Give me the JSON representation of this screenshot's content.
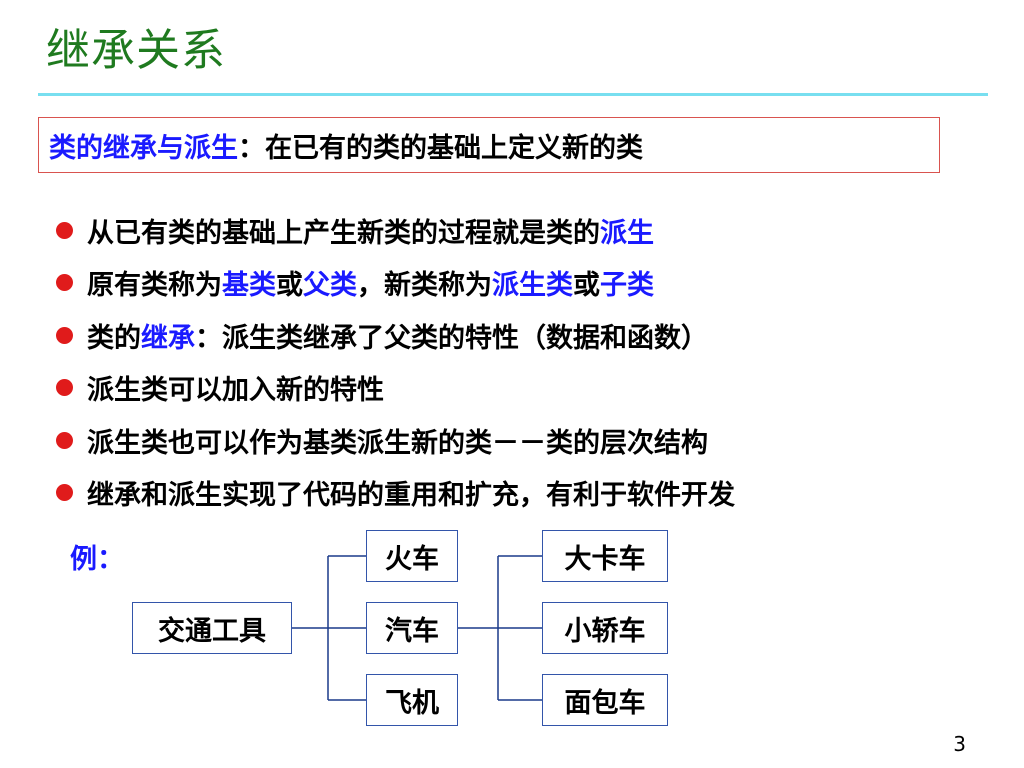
{
  "slide": {
    "title": "继承关系",
    "page_number": "3"
  },
  "definition": {
    "term": "类的继承与派生",
    "separator": "：",
    "text": "在已有的类的基础上定义新的类"
  },
  "bullets": [
    [
      {
        "t": "从已有类的基础上产生新类的过程就是类的"
      },
      {
        "t": "派生",
        "hl": true
      }
    ],
    [
      {
        "t": "原有类称为"
      },
      {
        "t": "基类",
        "hl": true
      },
      {
        "t": "或"
      },
      {
        "t": "父类",
        "hl": true
      },
      {
        "t": "，新类称为"
      },
      {
        "t": "派生类",
        "hl": true
      },
      {
        "t": "或"
      },
      {
        "t": "子类",
        "hl": true
      }
    ],
    [
      {
        "t": "类的"
      },
      {
        "t": "继承",
        "hl": true
      },
      {
        "t": "：派生类继承了父类的特性（数据和函数）"
      }
    ],
    [
      {
        "t": "派生类可以加入新的特性"
      }
    ],
    [
      {
        "t": "派生类也可以作为基类派生新的类－－类的层次结构"
      }
    ],
    [
      {
        "t": "继承和派生实现了代码的重用和扩充，有利于软件开发"
      }
    ]
  ],
  "example": {
    "label": "例：",
    "root": "交通工具",
    "level1": [
      "火车",
      "汽车",
      "飞机"
    ],
    "level2": [
      "大卡车",
      "小轿车",
      "面包车"
    ]
  },
  "colors": {
    "title": "#1f7a1f",
    "highlight": "#1a1aff",
    "bullet": "#e01b1b",
    "rule": "#78dff0",
    "box_border": "#d9534f",
    "node_border": "#3355aa"
  }
}
